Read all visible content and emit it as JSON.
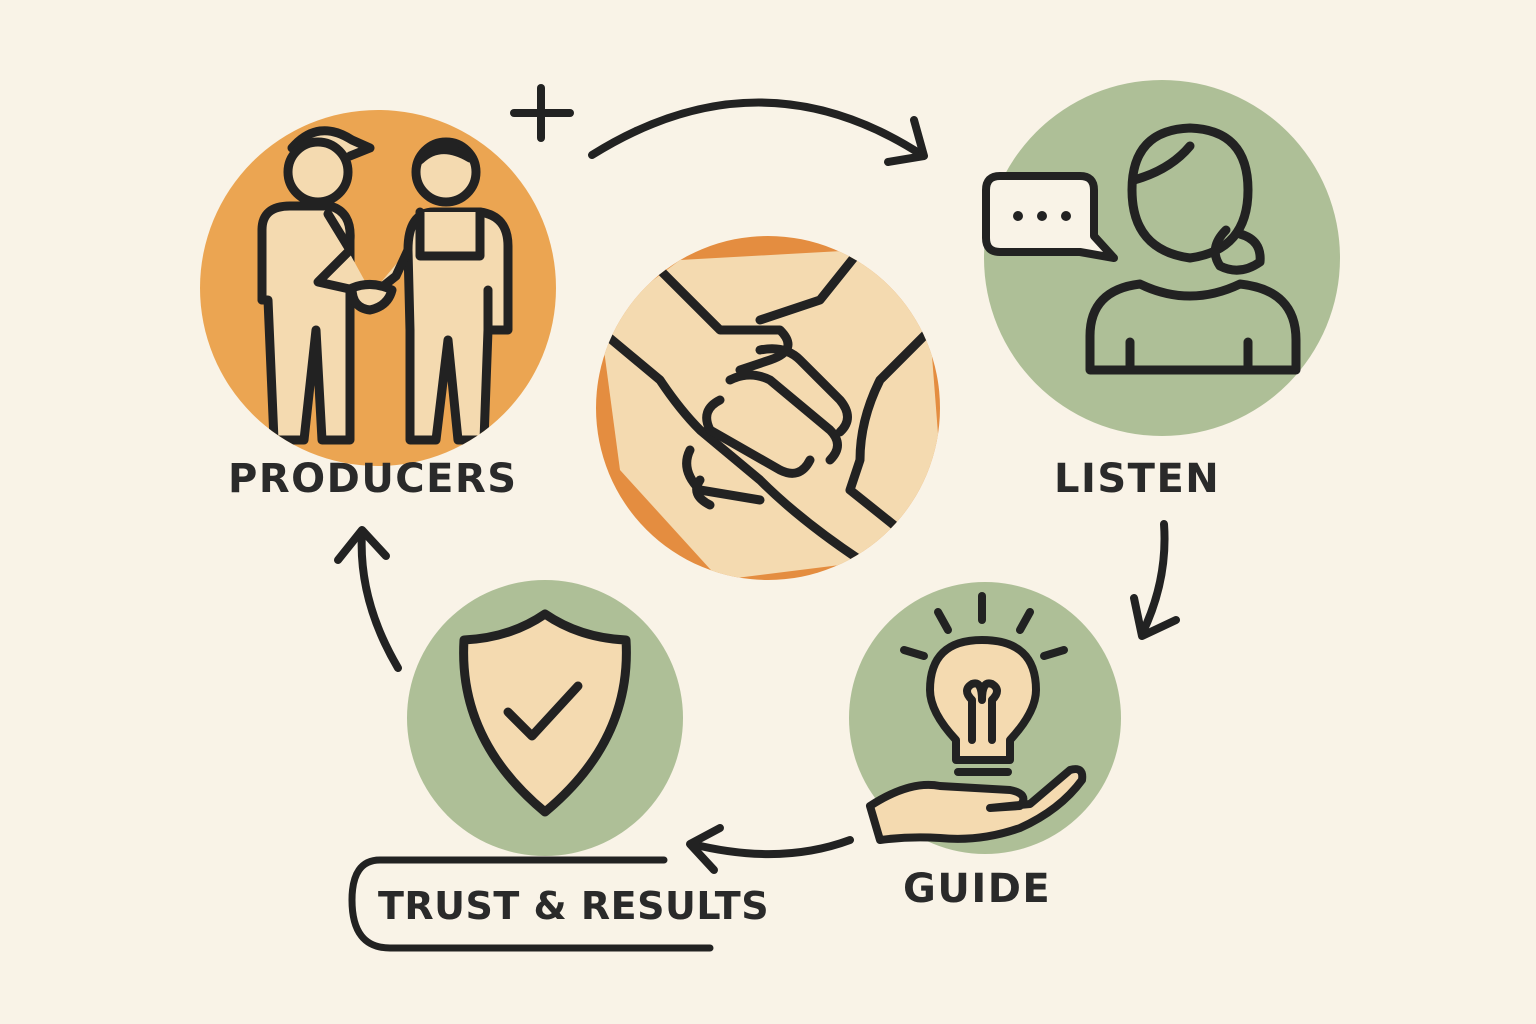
{
  "labels": {
    "producers": "PRODUCERS",
    "listen": "LISTEN",
    "guide": "GUIDE",
    "trust_results": "TRUST & RESULTS"
  },
  "colors": {
    "background": "#f9f3e7",
    "orange": "#eba552",
    "deep_orange": "#e48d40",
    "sage_green": "#aebf97",
    "cream": "#f4dab0",
    "stroke": "#222222"
  },
  "icons": [
    "people-handshake-icon",
    "speech-bubble-icon",
    "person-icon",
    "handshake-icon",
    "lightbulb-icon",
    "open-hand-icon",
    "shield-check-icon",
    "plus-icon"
  ]
}
